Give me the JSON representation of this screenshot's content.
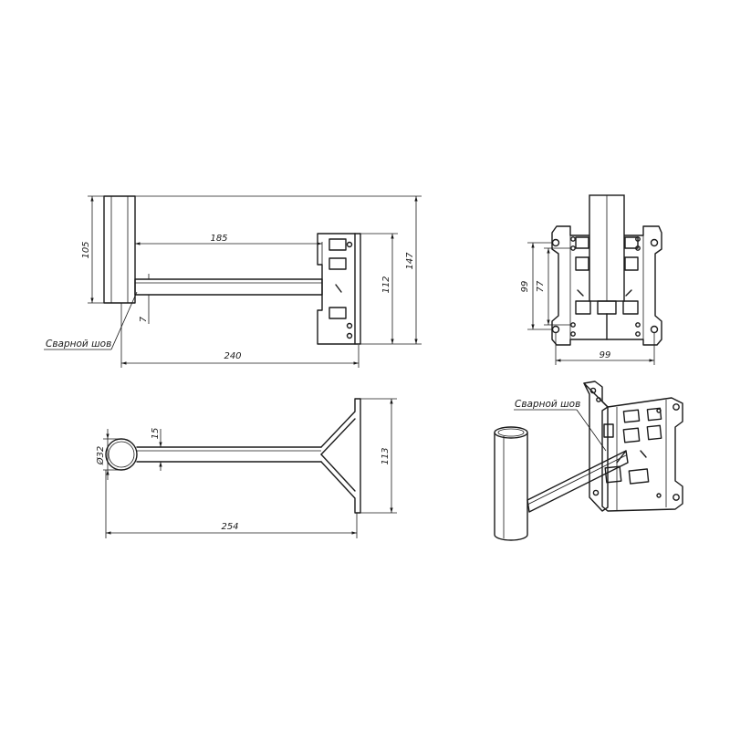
{
  "side_view": {
    "dim_width_overall": "240",
    "dim_arm_length": "185",
    "dim_tube_height": "105",
    "dim_total_height": "147",
    "dim_plate_height": "112",
    "dim_offset": "7",
    "weld_label": "Сварной шов"
  },
  "front_view": {
    "dim_outer": "99",
    "dim_inner": "77",
    "dim_width": "99"
  },
  "top_view": {
    "dim_diameter": "Ø32",
    "dim_arm_thickness": "15",
    "dim_length": "254",
    "dim_plate_width": "113"
  },
  "iso_view": {
    "weld_label": "Сварной шов"
  }
}
